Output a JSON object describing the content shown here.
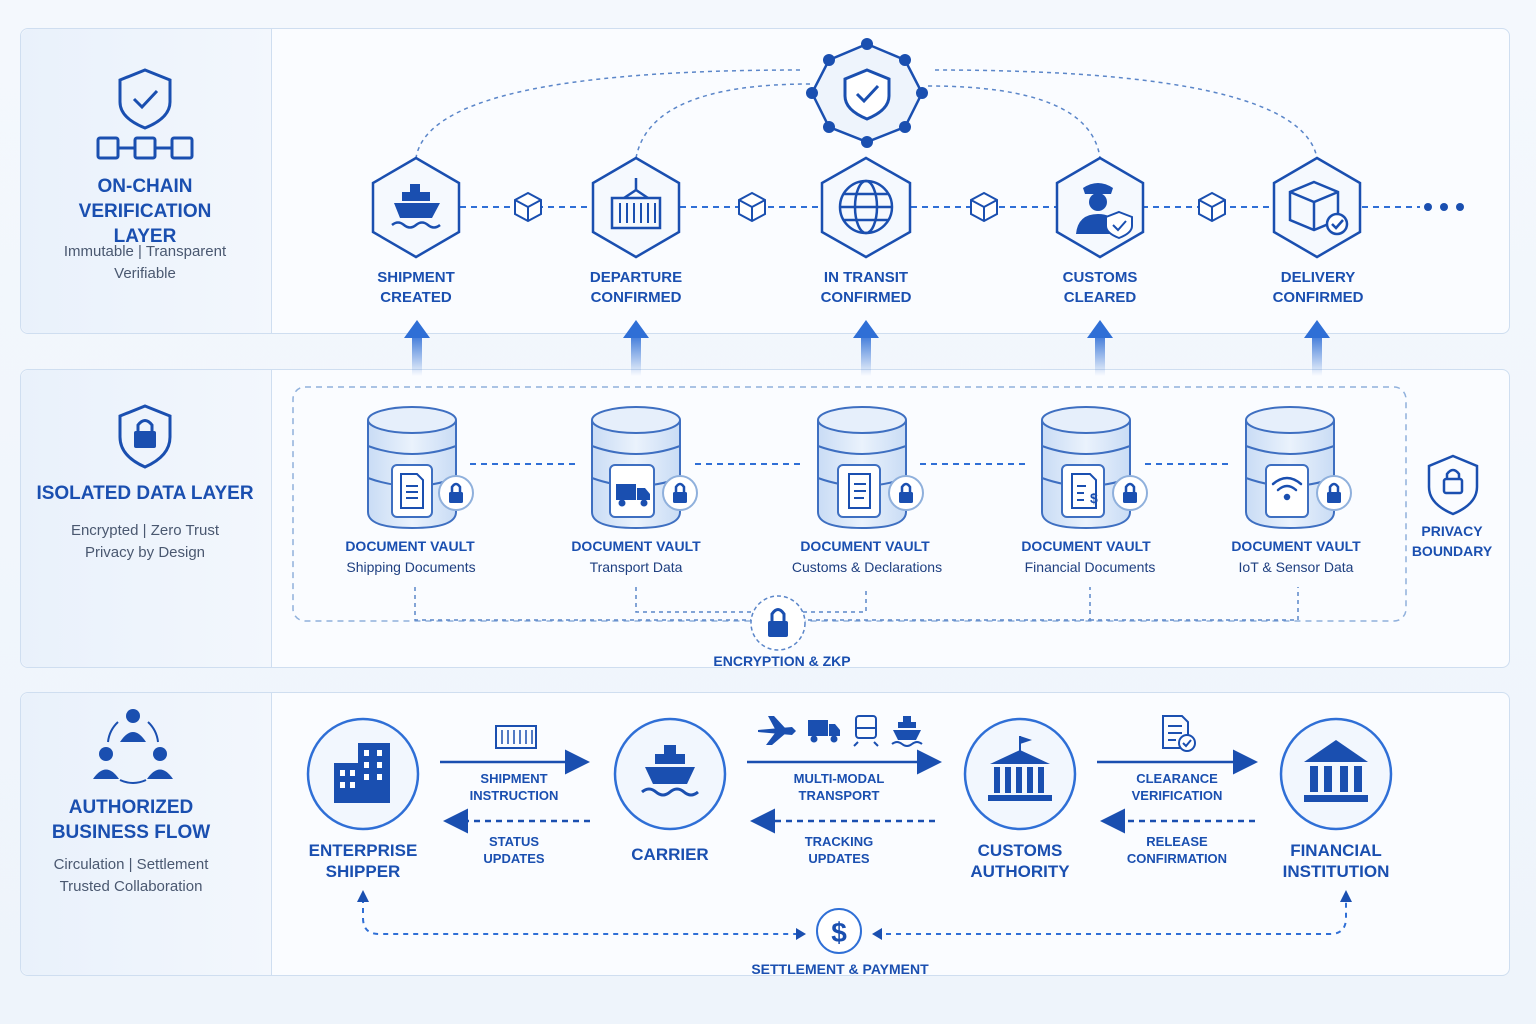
{
  "layers": {
    "verification": {
      "title": "ON-CHAIN VERIFICATION LAYER",
      "sub1": "Immutable | Transparent",
      "sub2": "Verifiable"
    },
    "data": {
      "title": "ISOLATED DATA LAYER",
      "sub1": "Encrypted | Zero Trust",
      "sub2": "Privacy by Design"
    },
    "business": {
      "title1": "AUTHORIZED",
      "title2": "BUSINESS FLOW",
      "sub1": "Circulation | Settlement",
      "sub2": "Trusted Collaboration"
    }
  },
  "milestones": [
    {
      "l1": "SHIPMENT",
      "l2": "CREATED",
      "icon": "ship-icon"
    },
    {
      "l1": "DEPARTURE",
      "l2": "CONFIRMED",
      "icon": "container-crane-icon"
    },
    {
      "l1": "IN TRANSIT",
      "l2": "CONFIRMED",
      "icon": "globe-icon"
    },
    {
      "l1": "CUSTOMS",
      "l2": "CLEARED",
      "icon": "customs-officer-icon"
    },
    {
      "l1": "DELIVERY",
      "l2": "CONFIRMED",
      "icon": "package-check-icon"
    }
  ],
  "vaults": [
    {
      "title": "DOCUMENT VAULT",
      "sub": "Shipping Documents",
      "icon": "document-icon"
    },
    {
      "title": "DOCUMENT VAULT",
      "sub": "Transport Data",
      "icon": "truck-icon"
    },
    {
      "title": "DOCUMENT VAULT",
      "sub": "Customs & Declarations",
      "icon": "declaration-icon"
    },
    {
      "title": "DOCUMENT VAULT",
      "sub": "Financial Documents",
      "icon": "invoice-icon"
    },
    {
      "title": "DOCUMENT VAULT",
      "sub": "IoT & Sensor Data",
      "icon": "wifi-icon"
    }
  ],
  "privacy": {
    "l1": "PRIVACY",
    "l2": "BOUNDARY"
  },
  "encryption_label": "ENCRYPTION & ZKP",
  "actors": [
    {
      "l1": "ENTERPRISE",
      "l2": "SHIPPER",
      "icon": "building-icon"
    },
    {
      "l1": "CARRIER",
      "l2": "",
      "icon": "ship-icon"
    },
    {
      "l1": "CUSTOMS",
      "l2": "AUTHORITY",
      "icon": "government-building-icon"
    },
    {
      "l1": "FINANCIAL",
      "l2": "INSTITUTION",
      "icon": "bank-icon"
    }
  ],
  "flows": [
    {
      "fwd1": "SHIPMENT",
      "fwd2": "INSTRUCTION",
      "back1": "STATUS",
      "back2": "UPDATES"
    },
    {
      "fwd1": "MULTI-MODAL",
      "fwd2": "TRANSPORT",
      "back1": "TRACKING",
      "back2": "UPDATES"
    },
    {
      "fwd1": "CLEARANCE",
      "fwd2": "VERIFICATION",
      "back1": "RELEASE",
      "back2": "CONFIRMATION"
    }
  ],
  "settlement_label": "SETTLEMENT & PAYMENT",
  "colors": {
    "primary": "#1a4fb0",
    "accent": "#2f6fd6",
    "light": "#dbe8f8",
    "border": "#cfdef0"
  }
}
